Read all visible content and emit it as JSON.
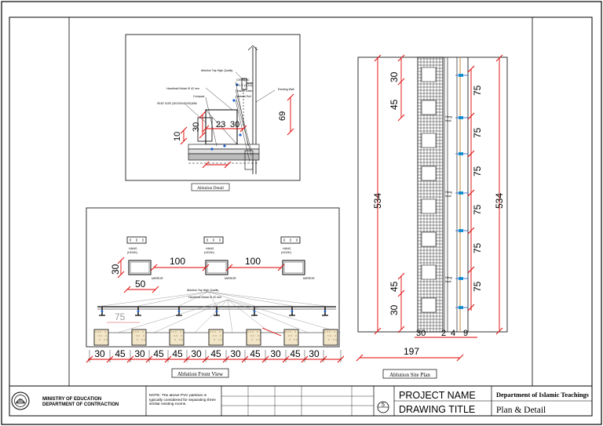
{
  "colors": {
    "red": "#e00000",
    "blue": "#1a5fd0",
    "cyan": "#1a9fd0",
    "tan": "#c89a5a",
    "line": "#000000",
    "grey": "#777777"
  },
  "views": {
    "detail": {
      "caption": "Ablution Detail",
      "labels": [
        "Ablution Tap High Quality",
        "Handhold Nickel Ø 42 mm",
        "SEAT SIZE (30X30X40X30)MM",
        "Existing Wall",
        "CERAMIC",
        "P.C.C (1:2:4)",
        "Gravel 10cm",
        "Natural Soil",
        "Compact"
      ],
      "dims": [
        "30",
        "69",
        "10",
        "23",
        "30"
      ]
    },
    "front": {
      "caption": "Ablution Front View",
      "hang_label": "HANG\n(HOOK)",
      "mirror_label": "MIRROR",
      "tap_label": "Ablution Tap High Quality",
      "handhold_label": "Handhold Nickel Ø 42 mm",
      "spacing": [
        "100",
        "100"
      ],
      "mirror_dims": [
        "30",
        "50"
      ],
      "seat_dim": "75",
      "bottom_dims": [
        "30",
        "45",
        "30",
        "45",
        "45",
        "30",
        "45",
        "30",
        "45",
        "30",
        "45",
        "30"
      ]
    },
    "site": {
      "caption": "Ablution Site Plan",
      "left_total": "534",
      "right_total": "534",
      "left_segments": [
        "30",
        "45",
        "45",
        "30"
      ],
      "right_segments": [
        "75",
        "75",
        "75",
        "75",
        "75",
        "75"
      ],
      "bottom_total": "197",
      "bottom_segments": [
        "30",
        "2",
        "4",
        "9"
      ],
      "hook_label": "Hang\nhook"
    }
  },
  "title_block": {
    "org_line1": "MINISTRY OF EDUCATION",
    "org_line2": "DEPARTMENT OF CONTRACTION",
    "note": "NOTE: The above PVC partition is typically considered for separating three similar existing rooms.",
    "sheet_no": "5",
    "project_name": "PROJECT NAME",
    "drawing_title": "DRAWING TITLE",
    "department": "Department of Islamic Teachings",
    "sheet_title": "Plan & Detail"
  }
}
